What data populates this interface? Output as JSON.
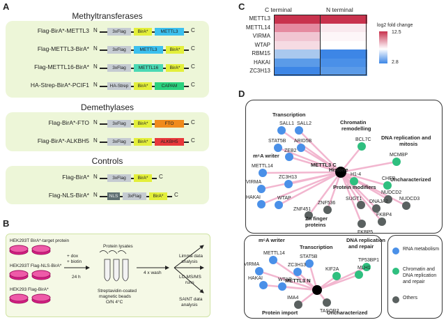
{
  "panels": {
    "A": "A",
    "B": "B",
    "C": "C",
    "D": "D"
  },
  "panelA": {
    "sections": [
      {
        "title": "Methyltransferases"
      },
      {
        "title": "Demethylases"
      },
      {
        "title": "Controls"
      }
    ],
    "constructs": [
      {
        "label": "Flag-BirA*-METTL3",
        "n": "N",
        "c": "C",
        "segs": [
          "3xFlag",
          "BirA*",
          "METTL3"
        ]
      },
      {
        "label": "Flag-METTL3-BirA*",
        "n": "N",
        "c": "C",
        "segs": [
          "3xFlag",
          "METTL3",
          "BirA*"
        ]
      },
      {
        "label": "Flag-METTL16-BirA*",
        "n": "N",
        "c": "C",
        "segs": [
          "3xFlag",
          "METTL16",
          "BirA*"
        ]
      },
      {
        "label": "HA-Strep-BirA*-PCIF1",
        "n": "N",
        "c": "C",
        "segs": [
          "HA-Strep",
          "BirA*",
          "CAPAM"
        ]
      },
      {
        "label": "Flag-BirA*-FTO",
        "n": "N",
        "c": "C",
        "segs": [
          "3xFlag",
          "BirA*",
          "FTO"
        ]
      },
      {
        "label": "Flag-BirA*-ALKBH5",
        "n": "N",
        "c": "C",
        "segs": [
          "3xFlag",
          "BirA*",
          "ALKBH5"
        ]
      },
      {
        "label": "Flag-BirA*",
        "n": "N",
        "c": "C",
        "segs": [
          "3xFlag",
          "BirA*"
        ]
      },
      {
        "label": "Flag-NLS-BirA*",
        "n": "N",
        "c": "C",
        "segs": [
          "NLS",
          "3xFlag",
          "BirA*"
        ]
      }
    ]
  },
  "panelB": {
    "cells": [
      "HEK293T BirA*-target protein",
      "HEK293T Flag-NLS-BirA*",
      "HEK293 Flag-BirA*"
    ],
    "treat": [
      "+ dox",
      "+ biotin",
      "24 h"
    ],
    "lysates": "Protein lysates",
    "beads": [
      "Streptavidin-coated",
      "magnetic beads",
      "O/N 4°C"
    ],
    "wash": "4 x wash",
    "outputs": [
      [
        "Limma data",
        "analysis"
      ],
      [
        "LC-MS/MS",
        "runs"
      ],
      [
        "SAINT data",
        "analysis"
      ]
    ]
  },
  "panelC": {
    "col_headers": [
      "C terminal",
      "N terminal"
    ],
    "rows": [
      "METTL3",
      "METTL14",
      "VIRMA",
      "WTAP",
      "RBM15",
      "HAKAI",
      "ZC3H13"
    ],
    "legend_title": "log2 fold change",
    "legend_max": "12.5",
    "legend_min": "2.8",
    "colors": {
      "c": [
        "#c8324d",
        "#e58aa0",
        "#f1c5d2",
        "#f6dbe3",
        "#a9c8ee",
        "#5b9be8",
        "#3d86e6"
      ],
      "n": [
        "#c8324d",
        "#f9e9ee",
        "#fdf6f8",
        "#ffffff",
        "#3d86e6",
        "#4a90e8",
        "#5b9be8"
      ]
    }
  },
  "panelD": {
    "center_top": "METTL3 C",
    "center_bottom": "METTL3 N",
    "groups_top": {
      "transcription": "Transcription",
      "m6a": "m⁶A writer",
      "chromatin": [
        "Chromatin",
        "remodelling"
      ],
      "dna": [
        "DNA replication and",
        "mitosis"
      ],
      "histone": "Histone",
      "uncharacterized": "Uncharacterized",
      "modifiers": "Protein modifiers",
      "zinc": [
        "Zn finger",
        "proteins"
      ]
    },
    "nodes_top": [
      "SALL1",
      "SALL2",
      "STAT5B",
      "ARID5B",
      "ZEB2",
      "BCL7C",
      "MCMBP",
      "METTL14",
      "ZC3H13",
      "VIRMA",
      "HAKAI",
      "WTAP",
      "H1-4",
      "CHFR",
      "NUDCD2",
      "NUDCD3",
      "SUGT1",
      "DNAJA2",
      "ZNF536",
      "ZNF451",
      "FKBP4",
      "FKBP5"
    ],
    "groups_bottom": {
      "m6a": "m⁶A writer",
      "transcription": "Transcription",
      "dna": [
        "DNA replication",
        "and repair"
      ],
      "import": "Protein import",
      "uncharacterized": "Uncharacterized"
    },
    "nodes_bottom": [
      "METTL14",
      "STAT5B",
      "TP53BP1",
      "VIRMA",
      "ZC3H13",
      "KIF2A",
      "MLH1",
      "HAKAI",
      "WTAP",
      "IMA4",
      "TASOR2"
    ],
    "legend": [
      "RNA metabolism",
      [
        "Chromatin and",
        "DNA replication",
        "and repair"
      ],
      "Others"
    ],
    "legend_colors": {
      "rna": "#4a90e8",
      "chromatin": "#2fbf7f",
      "others": "#5a6160"
    }
  }
}
